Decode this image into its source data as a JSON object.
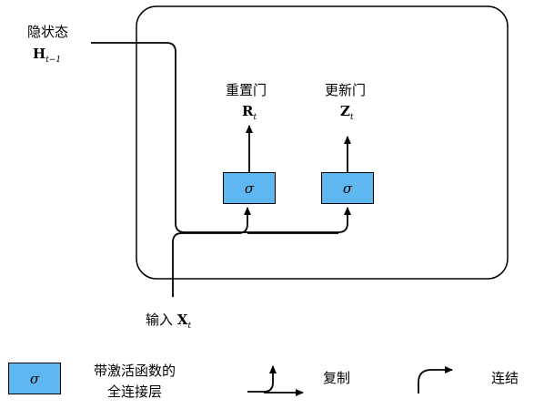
{
  "hidden_state": {
    "label": "隐状态",
    "symbol": "H",
    "subscript": "t−1"
  },
  "reset_gate": {
    "label": "重置门",
    "symbol": "R",
    "subscript": "t"
  },
  "update_gate": {
    "label": "更新门",
    "symbol": "Z",
    "subscript": "t"
  },
  "input": {
    "label": "输入",
    "symbol": "X",
    "subscript": "t"
  },
  "sigma": "σ",
  "legend": {
    "fc_line1": "带激活函数的",
    "fc_line2": "全连接层",
    "copy": "复制",
    "concat": "连结"
  },
  "colors": {
    "fc_box": "#5fb7f2",
    "line": "#000000"
  }
}
